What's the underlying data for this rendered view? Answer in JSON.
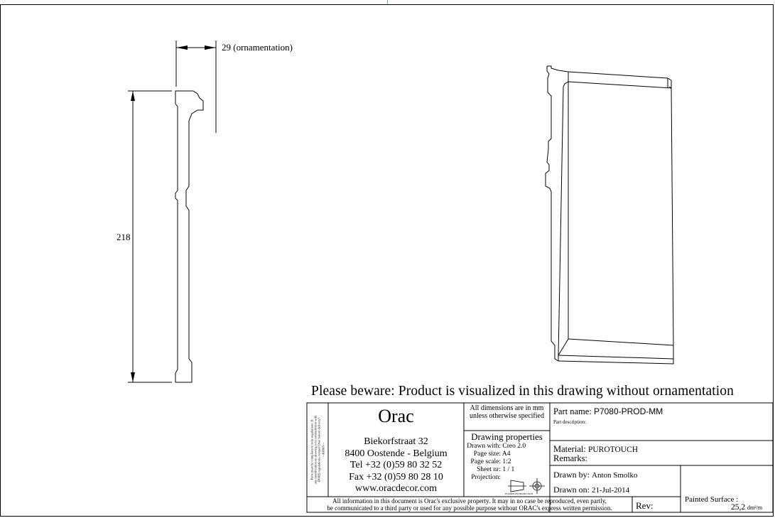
{
  "dimensions": {
    "ornament_width": "29 (ornamentation)",
    "height": "218"
  },
  "warning": "Please beware: Product is visualized in this drawing without ornamentation",
  "title_block": {
    "side_note_lines": [
      "Parts must be compliant to rohs regulations. If",
      "any modification on drawing is in contradiction with",
      "ROHS regulations, contact Orac before delivery!",
      "—ROHS—"
    ],
    "company": "Orac",
    "address_lines": [
      "Biekorfstraat 32",
      "8400 Oostende - Belgium",
      "Tel   +32 (0)59 80 32 52",
      "Fax   +32 (0)59 80 28 10",
      "www.oracdecor.com"
    ],
    "dims_note": "All dimensions are in mm unless otherwise specified",
    "drawing_properties": {
      "title": "Drawing properties",
      "rows": [
        {
          "k": "Drawn with:",
          "v": "Creo 2.0"
        },
        {
          "k": "Page size:",
          "v": "A4"
        },
        {
          "k": "Page scale:",
          "v": "1:2"
        },
        {
          "k": "Sheet nr:",
          "v": "1 / 1"
        },
        {
          "k": "Projection:",
          "v": ""
        }
      ],
      "projection_caption": "EUROPEAN PROJECTION"
    },
    "part_name_label": "Part name:",
    "part_name": "P7080-PROD-MM",
    "part_description_label": "Part description:",
    "material_label": "Material:",
    "material": "PUROTOUCH",
    "remarks_label": "Remarks:",
    "drawn_by_label": "Drawn by:",
    "drawn_by": "Anton Smolko",
    "drawn_on_label": "Drawn on:",
    "drawn_on": "21-Jul-2014",
    "painted_surface_label": "Painted Surface :",
    "painted_surface_value": "25,2",
    "painted_surface_unit": "dm²/m",
    "rev_label": "Rev:",
    "footer_line1": "All information in this document is Orac's exclusive property.  It may in no case be reproduced, even partly,",
    "footer_line2": "be communicated to a third party or used for any possible purpose without ORAC's express written permission."
  }
}
